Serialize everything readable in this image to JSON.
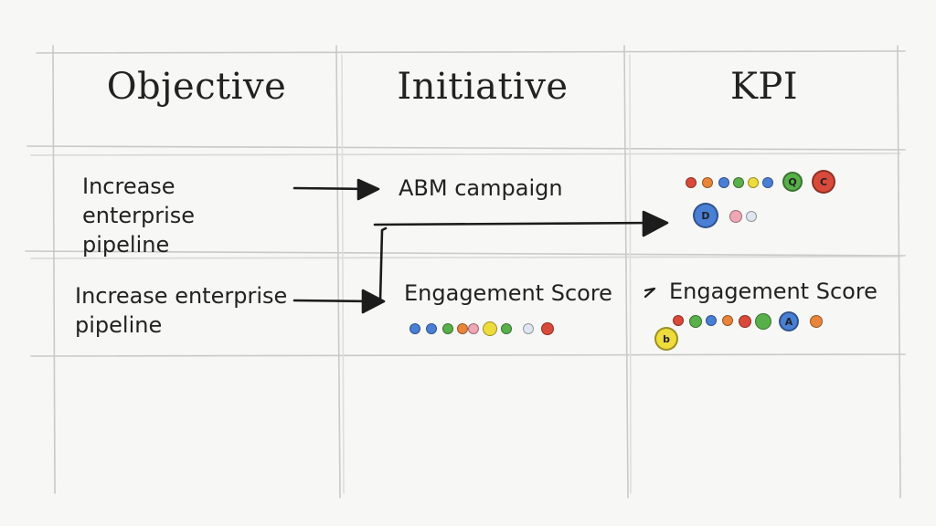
{
  "headers": {
    "objective": "Objective",
    "initiative": "Initiative",
    "kpi": "KPI"
  },
  "rows": [
    {
      "objective": "Increase enterprise pipeline",
      "initiative": "ABM campaign"
    },
    {
      "objective": "Increase enterprise pipeline",
      "initiative": "Engagement Score",
      "kpi": "Engagement Score"
    }
  ],
  "dot_colors": {
    "red": "#d94a3a",
    "blue": "#4a7fd6",
    "green": "#58b04a",
    "yellow": "#eedc3a",
    "orange": "#e8853a",
    "pink": "#f0a6b4",
    "light": "#dfe6ef"
  },
  "dot_labels": {
    "r1_green": "Q",
    "r1_red": "C",
    "r1_blue": "D",
    "r2_blue": "A",
    "r2_yellow": "b"
  }
}
